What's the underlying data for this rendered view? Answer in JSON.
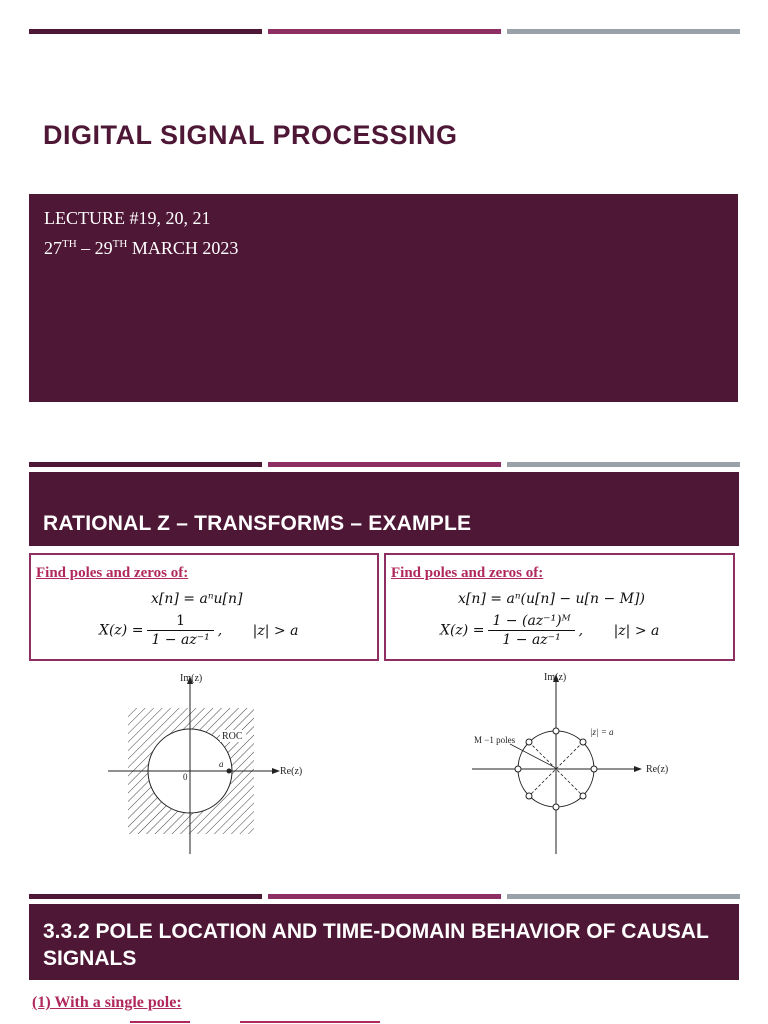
{
  "slide1": {
    "title": "Digital Signal Processing",
    "lecture": "LECTURE #19, 20, 21",
    "date": {
      "d1": "27",
      "sup1": "TH",
      "mid": " – 29",
      "sup2": "TH",
      "rest": " MARCH 2023"
    }
  },
  "slide2": {
    "title": "RATIONAL Z – TRANSFORMS – EXAMPLE",
    "left": {
      "heading": "Find poles and zeros of:",
      "signal": "x[n] = aⁿu[n]",
      "X_lhs": "X(z) =",
      "X_num": "1",
      "X_den": "1 − az⁻¹",
      "X_comma": ",",
      "roc": "|z| > a"
    },
    "right": {
      "heading": "Find poles and zeros of:",
      "signal": "x[n] = aⁿ(u[n] − u[n − M])",
      "X_lhs": "X(z) =",
      "X_num": "1 − (az⁻¹)ᴹ",
      "X_den": "1 − az⁻¹",
      "X_comma": ",",
      "roc": "|z| > a"
    },
    "diagram_left": {
      "im_label": "Im(z)",
      "re_label": "Re(z)",
      "roc_label": "ROC",
      "origin_label": "0",
      "pole_label": "a"
    },
    "diagram_right": {
      "im_label": "Im(z)",
      "re_label": "Re(z)",
      "circle_label": "|z| = a",
      "poles_label": "M −1 poles"
    }
  },
  "slide3": {
    "title": "3.3.2 POLE LOCATION AND TIME-DOMAIN BEHAVIOR OF CAUSAL SIGNALS",
    "subheading": "(1) With a single pole:"
  },
  "colors": {
    "maroon": "#4f1736",
    "magenta": "#8e2f64",
    "gray": "#9aa1a8",
    "accent_text": "#b0285c"
  }
}
